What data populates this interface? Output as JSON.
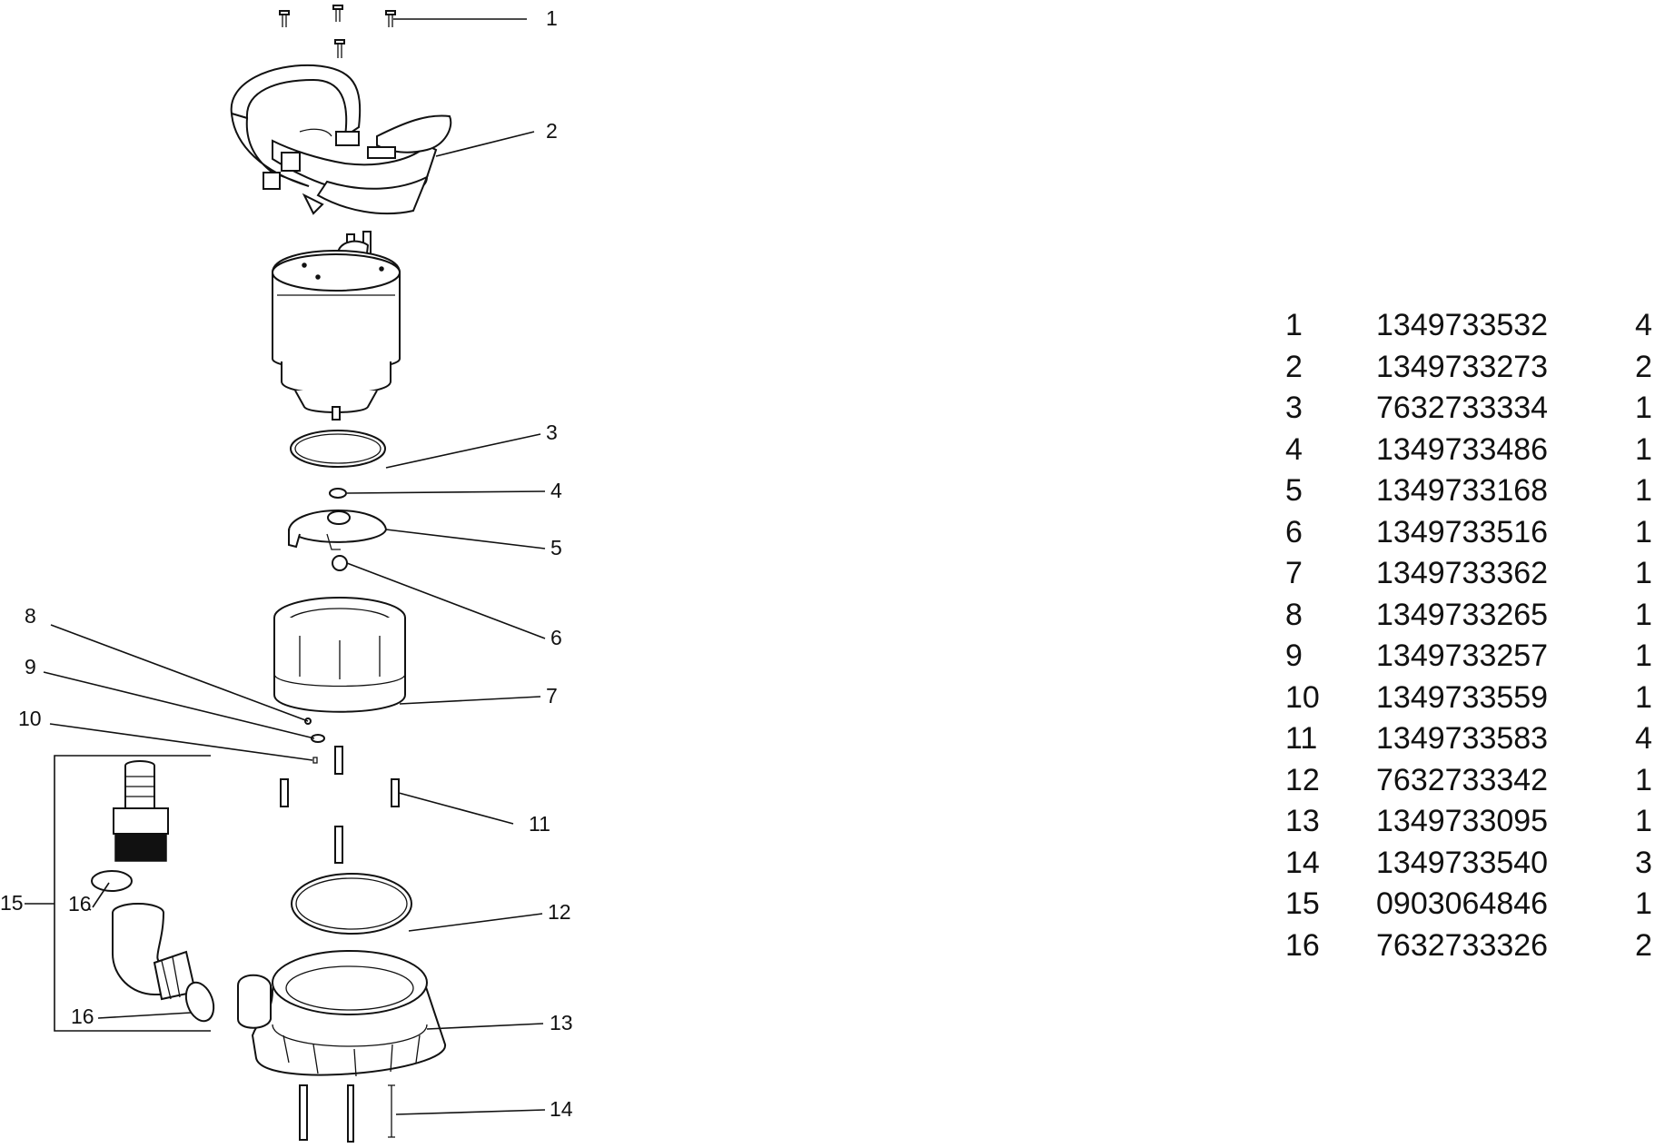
{
  "callouts": [
    "1",
    "2",
    "3",
    "4",
    "5",
    "6",
    "7",
    "8",
    "9",
    "10",
    "11",
    "12",
    "13",
    "14",
    "15",
    "16",
    "16"
  ],
  "parts": [
    {
      "pos": "1",
      "number": "1349733532",
      "qty": "4"
    },
    {
      "pos": "2",
      "number": "1349733273",
      "qty": "2"
    },
    {
      "pos": "3",
      "number": "7632733334",
      "qty": "1"
    },
    {
      "pos": "4",
      "number": "1349733486",
      "qty": "1"
    },
    {
      "pos": "5",
      "number": "1349733168",
      "qty": "1"
    },
    {
      "pos": "6",
      "number": "1349733516",
      "qty": "1"
    },
    {
      "pos": "7",
      "number": "1349733362",
      "qty": "1"
    },
    {
      "pos": "8",
      "number": "1349733265",
      "qty": "1"
    },
    {
      "pos": "9",
      "number": "1349733257",
      "qty": "1"
    },
    {
      "pos": "10",
      "number": "1349733559",
      "qty": "1"
    },
    {
      "pos": "11",
      "number": "1349733583",
      "qty": "4"
    },
    {
      "pos": "12",
      "number": "7632733342",
      "qty": "1"
    },
    {
      "pos": "13",
      "number": "1349733095",
      "qty": "1"
    },
    {
      "pos": "14",
      "number": "1349733540",
      "qty": "3"
    },
    {
      "pos": "15",
      "number": "0903064846",
      "qty": "1"
    },
    {
      "pos": "16",
      "number": "7632733326",
      "qty": "2"
    }
  ]
}
